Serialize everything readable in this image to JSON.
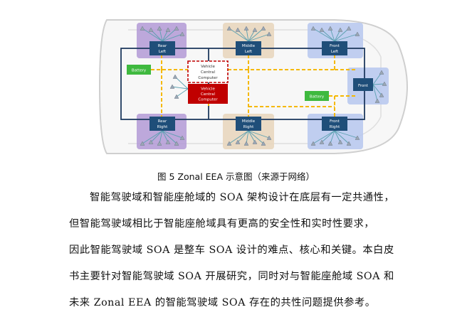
{
  "figure": {
    "zones": [
      {
        "id": "rear-left",
        "label_l1": "Rear",
        "label_l2": "Left",
        "color": "#b39ad6"
      },
      {
        "id": "middle-left",
        "label_l1": "Middle",
        "label_l2": "Left",
        "color": "#e8d6be"
      },
      {
        "id": "front-left",
        "label_l1": "Front",
        "label_l2": "Left",
        "color": "#b9c9ee"
      },
      {
        "id": "rear-right",
        "label_l1": "Rear",
        "label_l2": "Right",
        "color": "#b39ad6"
      },
      {
        "id": "middle-right",
        "label_l1": "Middle",
        "label_l2": "Right",
        "color": "#e8d6be"
      },
      {
        "id": "front-right",
        "label_l1": "Front",
        "label_l2": "Right",
        "color": "#b9c9ee"
      }
    ],
    "front_label": "Front",
    "battery_left": "Battery",
    "battery_right": "Battery",
    "vcc_top": {
      "l1": "Vehicle",
      "l2": "Central",
      "l3": "Computer"
    },
    "vcc_main": {
      "l1": "Vehicle",
      "l2": "Central",
      "l3": "Computer"
    },
    "colors": {
      "zone_box": "#1f4e79",
      "wire": "#1f3a5f",
      "power": "#f5b800",
      "vcc": "#c00000",
      "battery": "#3fb93f",
      "sensor": "#5aa0b0"
    }
  },
  "caption": "图 5  Zonal EEA 示意图（来源于网络）",
  "paragraph": [
    "智能驾驶域和智能座舱域的 SOA 架构设计在底层有一定共通性，",
    "但智能驾驶域相比于智能座舱域具有更高的安全性和实时性要求，",
    "因此智能驾驶域 SOA 是整车 SOA 设计的难点、核心和关键。本白皮",
    "书主要针对智能驾驶域 SOA 开展研究，同时对与智能座舱域 SOA 和",
    "未来 Zonal EEA 的智能驾驶域 SOA 存在的共性问题提供参考。"
  ]
}
